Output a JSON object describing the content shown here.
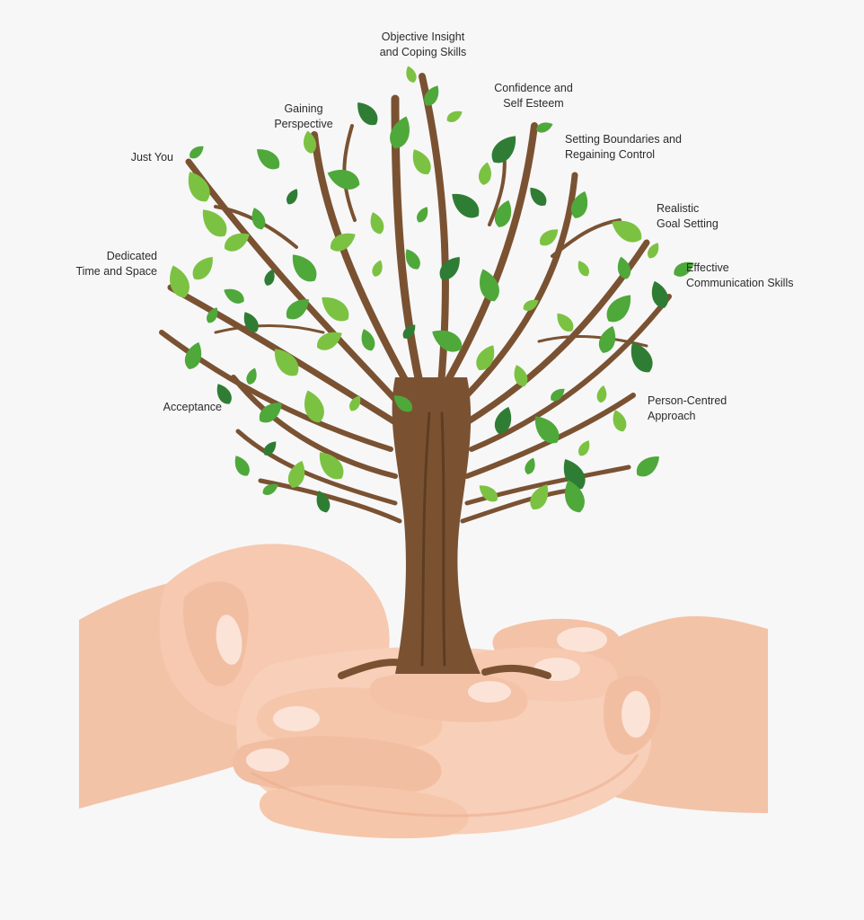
{
  "diagram": {
    "labels": [
      {
        "id": "objective-insight",
        "lines": [
          "Objective Insight",
          "and Coping Skills"
        ]
      },
      {
        "id": "confidence",
        "lines": [
          "Confidence and",
          "Self Esteem"
        ]
      },
      {
        "id": "gaining-perspective",
        "lines": [
          "Gaining",
          "Perspective"
        ]
      },
      {
        "id": "setting-boundaries",
        "lines": [
          "Setting Boundaries and",
          "Regaining Control"
        ]
      },
      {
        "id": "just-you",
        "lines": [
          "Just You"
        ]
      },
      {
        "id": "realistic-goal",
        "lines": [
          "Realistic",
          "Goal Setting"
        ]
      },
      {
        "id": "dedicated-time",
        "lines": [
          "Dedicated",
          "Time and Space"
        ]
      },
      {
        "id": "effective-communication",
        "lines": [
          "Effective",
          "Communication Skills"
        ]
      },
      {
        "id": "acceptance",
        "lines": [
          "Acceptance"
        ]
      },
      {
        "id": "person-centred",
        "lines": [
          "Person-Centred",
          "Approach"
        ]
      }
    ],
    "colors": {
      "trunk": "#7a5232",
      "trunk_dark": "#5e3d22",
      "leaf_light": "#7cc242",
      "leaf_mid": "#4fa83a",
      "leaf_dark": "#2f7d34",
      "skin": "#f6c9b0",
      "skin_shadow": "#e9a98a",
      "nail": "#fbe3d8",
      "background": "#f7f7f8"
    },
    "icons": {
      "tree": "tree-icon",
      "hands": "cupped-hands-icon"
    }
  }
}
